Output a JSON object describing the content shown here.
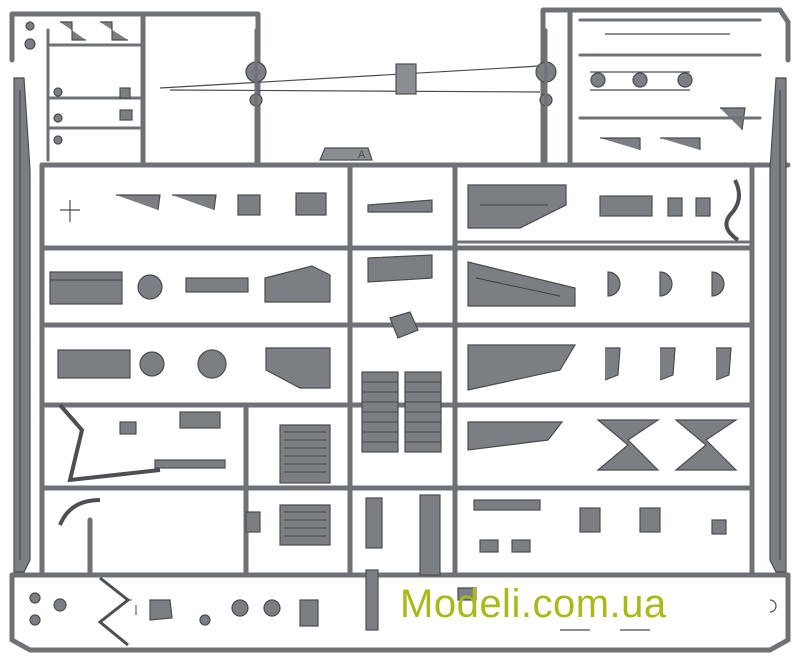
{
  "photo": {
    "subject": "Plastic model kit sprue frame A with grey injection-molded parts",
    "background_color": "#ffffff",
    "plastic_color": "#7b7e83"
  },
  "sprue_label": {
    "letter": "A"
  },
  "watermark": {
    "text": "Modeli.com.ua",
    "color": "#a9b91a"
  }
}
